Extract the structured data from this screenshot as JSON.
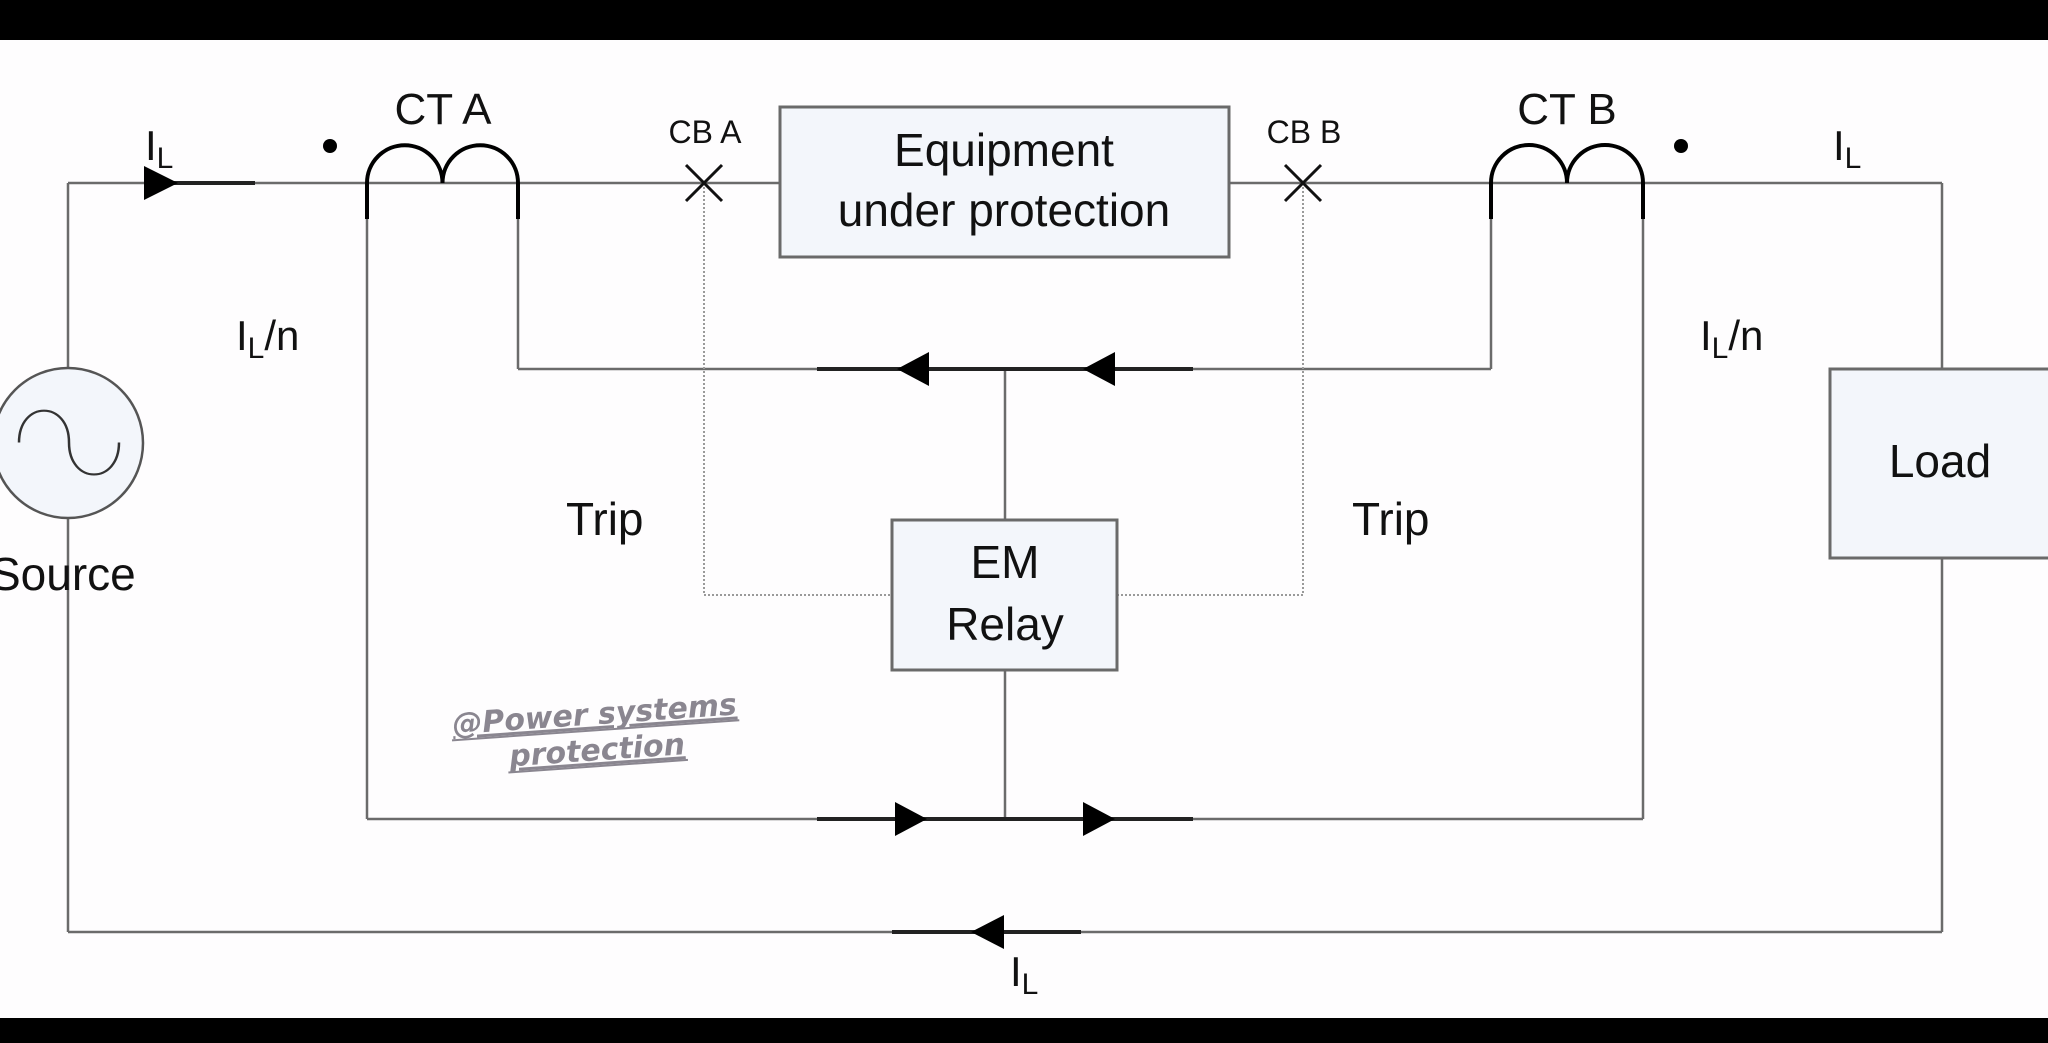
{
  "diagram": {
    "title": "Differential protection with EM relay",
    "nodes": {
      "source": {
        "label": "Source"
      },
      "ct_a": {
        "label": "CT A"
      },
      "ct_b": {
        "label": "CT B"
      },
      "cb_a": {
        "label": "CB A"
      },
      "cb_b": {
        "label": "CB B"
      },
      "equipment": {
        "line1": "Equipment",
        "line2": "under protection"
      },
      "relay": {
        "line1": "EM",
        "line2": "Relay"
      },
      "load": {
        "label": "Load"
      }
    },
    "labels": {
      "il_main": "I",
      "il_sub": "L",
      "il_over_n": "/n",
      "trip": "Trip"
    },
    "watermark": {
      "line1": "@Power systems",
      "line2": "protection"
    },
    "colors": {
      "wire": "#6b6b6b",
      "box_fill": "#f3f6fb",
      "box_stroke": "#6a6a6a",
      "text": "#111111",
      "watermark": "#8a8690",
      "background": "#fefdfe",
      "frame": "#000000"
    }
  }
}
